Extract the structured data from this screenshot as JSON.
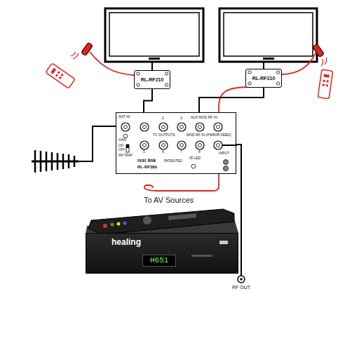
{
  "diagram": {
    "nodes": [
      {
        "text": [
          "RL-RF210"
        ]
      },
      {
        "text": [
          "RL-RF210"
        ]
      },
      {
        "text": [
          "ANT IN",
          "2",
          "3",
          "AUX MOD RF IN",
          "TV OUTPUTS",
          "MOD RF IN (PWR/IR FEED)",
          "GAIN",
          "ON",
          "OFF",
          "FM TRAP",
          "5",
          "6",
          "7",
          "8",
          "resi link",
          "RL-RF380",
          "PATENTED",
          "IR LED",
          "INPUT"
        ]
      },
      {
        "text": [
          "healing",
          "H651"
        ]
      }
    ],
    "edges": [
      {
        "from": 0,
        "to": 2,
        "arrow": "none"
      },
      {
        "from": 1,
        "to": 2,
        "arrow": "none"
      }
    ],
    "labels": [
      "To AV Sources",
      "RF OUT"
    ]
  }
}
